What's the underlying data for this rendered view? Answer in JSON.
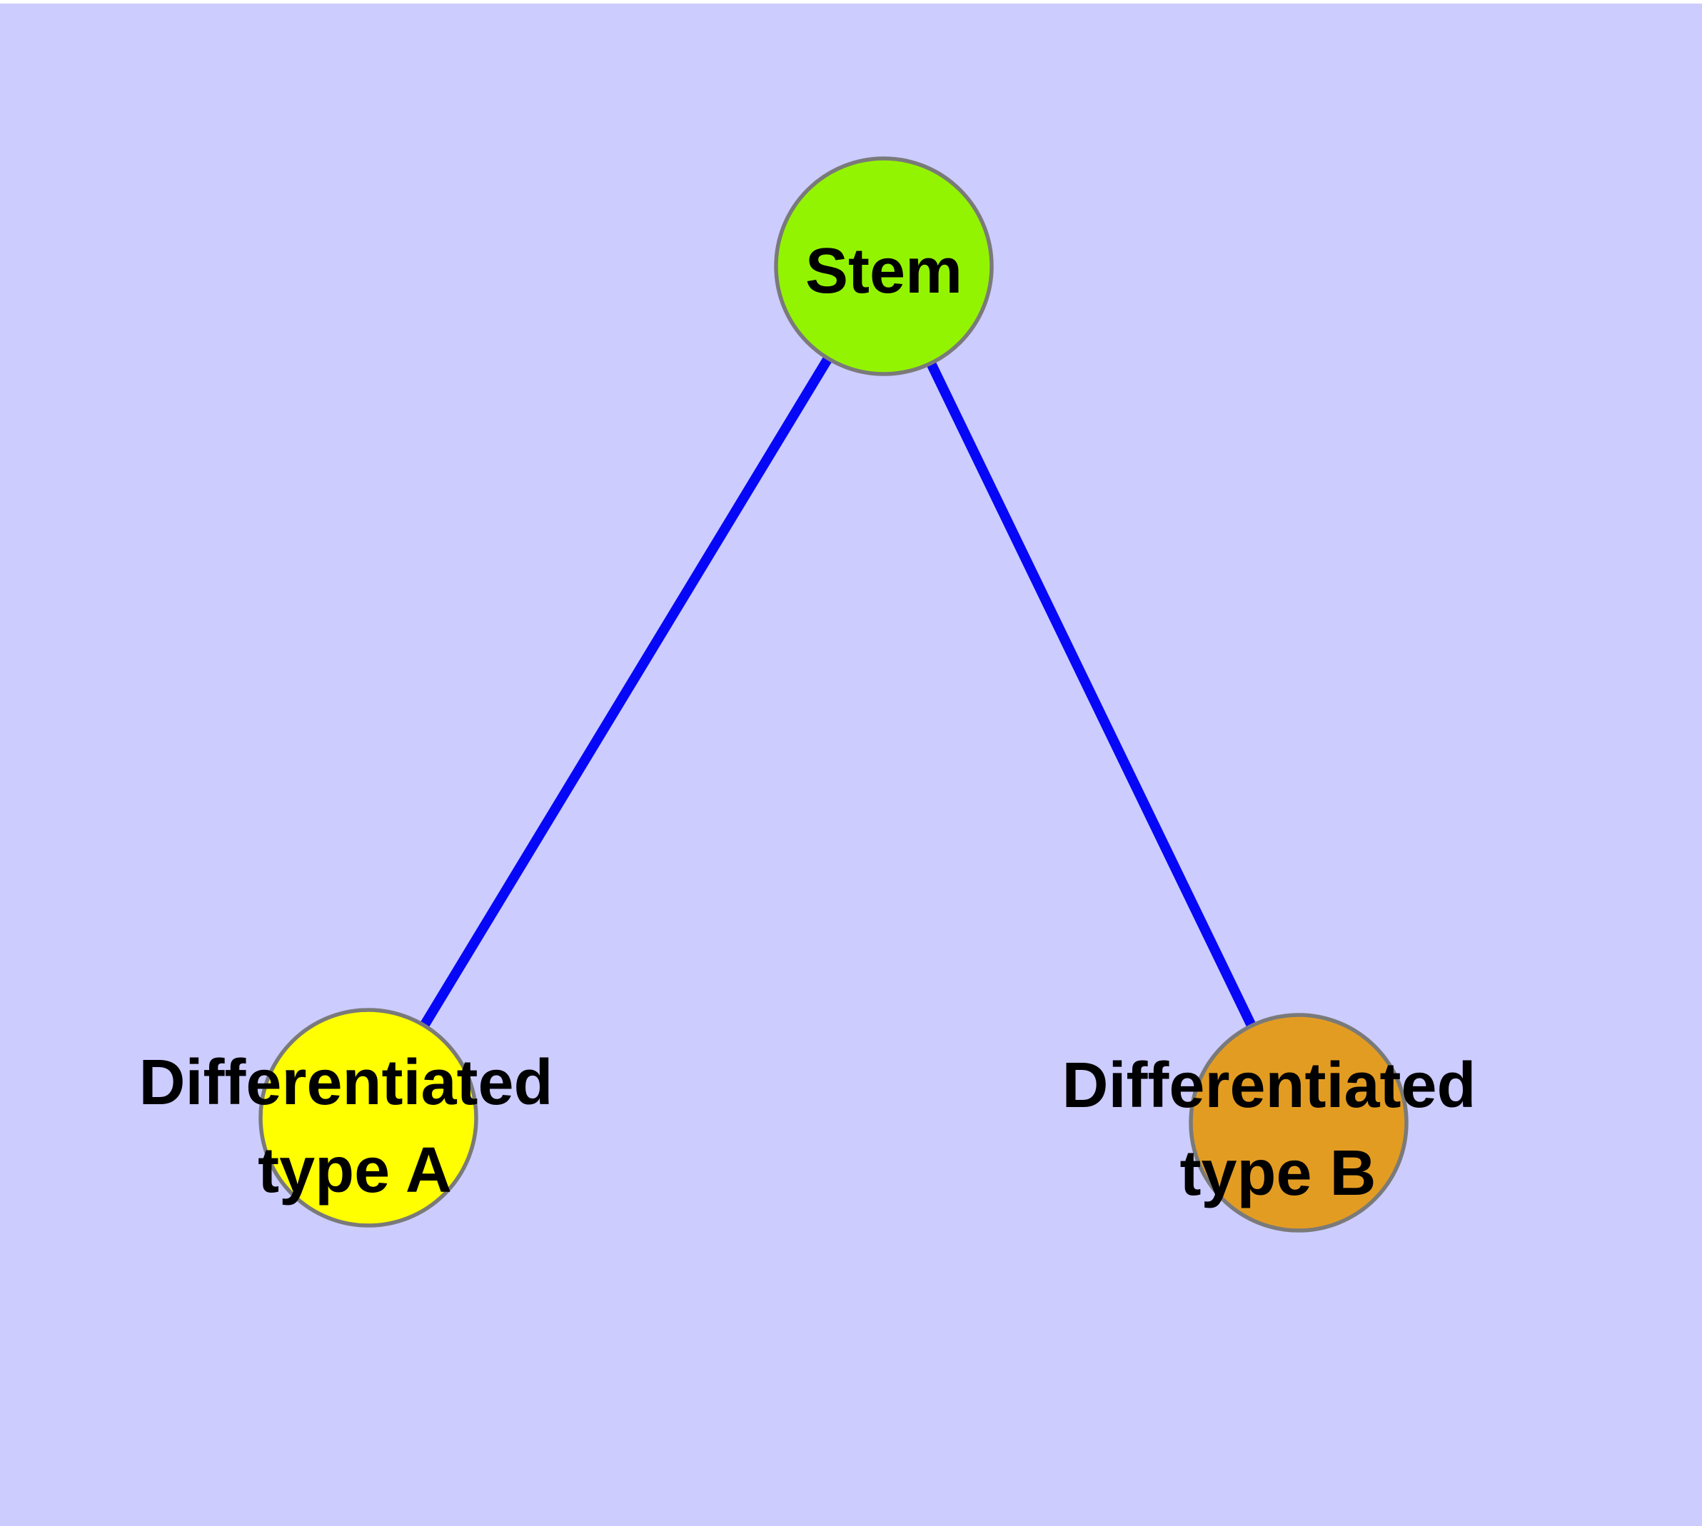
{
  "diagram": {
    "background_color": "#ccccff",
    "node_border_color": "#7a7a7a",
    "edge_color": "#0707f7",
    "label_color": "#000000",
    "nodes": {
      "stem": {
        "label": "Stem",
        "fill": "#93f401"
      },
      "type_a": {
        "label_line1": "Differentiated",
        "label_line2": "type A",
        "fill": "#ffff00"
      },
      "type_b": {
        "label_line1": "Differentiated",
        "label_line2": "type B",
        "fill": "#e39c22"
      }
    },
    "edges": {
      "stem_to_type_a": "stem → type A",
      "stem_to_type_b": "stem → type B"
    }
  }
}
